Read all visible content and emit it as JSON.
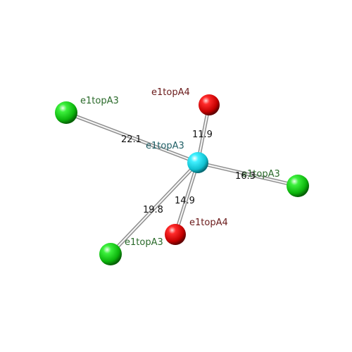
{
  "atoms": [
    {
      "id": "center",
      "label": "e1topA3",
      "element": "cyan-sphere",
      "color": "#22d8e8",
      "label_color": "#1f5f66"
    },
    {
      "id": "g1",
      "label": "e1topA3",
      "element": "green-sphere",
      "color": "#14d414",
      "label_color": "#2a6a2a"
    },
    {
      "id": "r1",
      "label": "e1topA4",
      "element": "red-sphere",
      "color": "#e01010",
      "label_color": "#6a1a1a"
    },
    {
      "id": "g2",
      "label": "e1topA3",
      "element": "green-sphere",
      "color": "#14d414",
      "label_color": "#2a6a2a"
    },
    {
      "id": "r2",
      "label": "e1topA4",
      "element": "red-sphere",
      "color": "#e01010",
      "label_color": "#6a1a1a"
    },
    {
      "id": "g3",
      "label": "e1topA3",
      "element": "green-sphere",
      "color": "#14d414",
      "label_color": "#2a6a2a"
    }
  ],
  "bonds": [
    {
      "from": "center",
      "to": "g1",
      "distance": "22.1"
    },
    {
      "from": "center",
      "to": "r1",
      "distance": "11.9"
    },
    {
      "from": "center",
      "to": "g2",
      "distance": "16.3"
    },
    {
      "from": "center",
      "to": "r2",
      "distance": "14.9"
    },
    {
      "from": "center",
      "to": "g3",
      "distance": "19.8"
    }
  ]
}
